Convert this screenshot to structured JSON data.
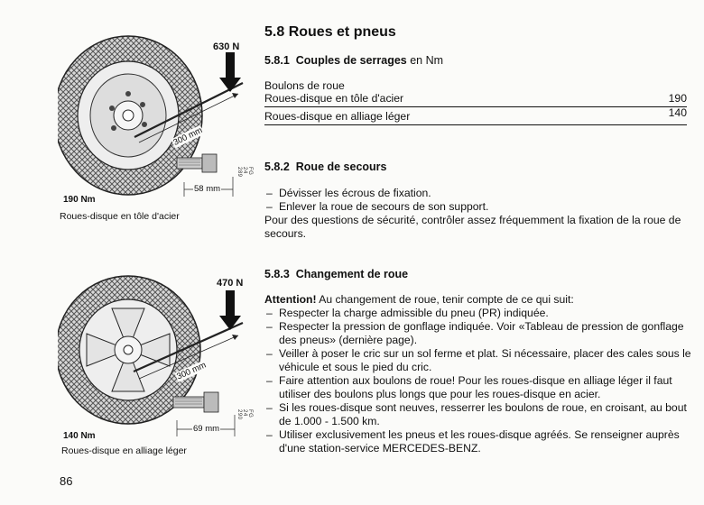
{
  "page_number": "86",
  "figures": [
    {
      "force": "630 N",
      "lever": "300 mm",
      "bolt_length": "58 mm",
      "torque": "190 Nm",
      "caption": "Roues-disque en tôle d'acier",
      "code": "FG 24 289"
    },
    {
      "force": "470 N",
      "lever": "300 mm",
      "bolt_length": "69 mm",
      "torque": "140 Nm",
      "caption": "Roues-disque en alliage léger",
      "code": "FG 24 290"
    }
  ],
  "section": {
    "title": "5.8  Roues et pneus"
  },
  "s581": {
    "number": "5.8.1",
    "title": "Couples de serrages",
    "unit": " en Nm",
    "intro": "Boulons de roue",
    "rows": [
      {
        "label": "Roues-disque en tôle d'acier",
        "value": "190"
      },
      {
        "label": "Roues-disque en alliage léger",
        "value": "140"
      }
    ]
  },
  "s582": {
    "number": "5.8.2",
    "title": "Roue de secours",
    "items": [
      "Dévisser les écrous de fixation.",
      "Enlever la roue de secours de son support."
    ],
    "paragraph": "Pour des questions de sécurité, contrôler assez fréquemment la fixation de la roue de secours."
  },
  "s583": {
    "number": "5.8.3",
    "title": "Changement de roue",
    "attention_label": "Attention!",
    "attention_text": " Au changement de roue, tenir compte de ce qui suit:",
    "items": [
      "Respecter la charge admissible du pneu (PR) indiquée.",
      "Respecter la pression de gonflage indiquée. Voir «Tableau de pression de gonflage des pneus» (dernière page).",
      "Veiller à poser le cric sur un sol ferme et plat. Si nécessaire, placer des cales sous le véhicule et sous le pied du cric.",
      "Faire attention aux boulons de roue! Pour les roues-disque en alliage léger il faut utiliser des boulons plus longs que pour les roues-disque en acier.",
      "Si les roues-disque sont neuves, resserrer les boulons de roue, en croisant, au bout de 1.000 - 1.500 km.",
      "Utiliser exclusivement les pneus et les roues-disque agréés. Se renseigner auprès d'une station-service MERCEDES-BENZ."
    ]
  }
}
